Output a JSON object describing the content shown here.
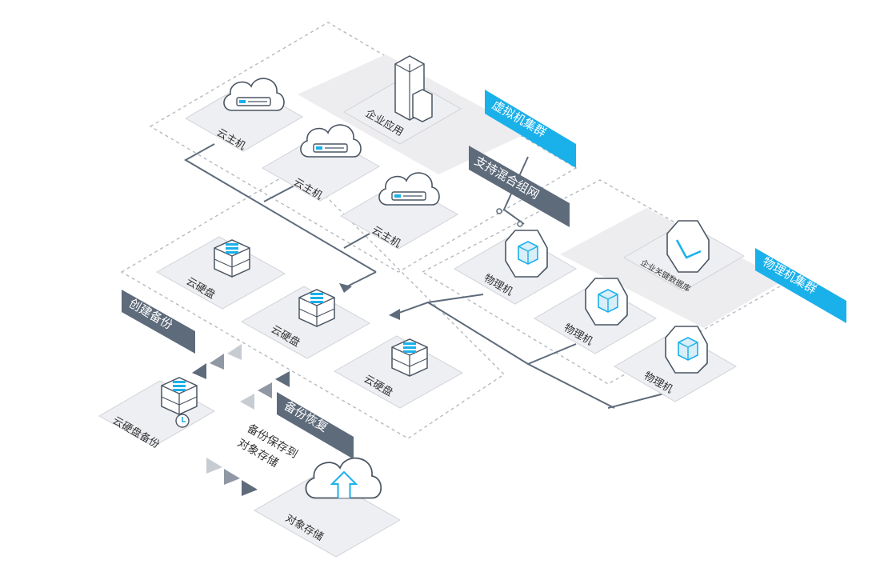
{
  "tags": {
    "vm_cluster": "虚拟机集群",
    "hybrid_network": "支持混合组网",
    "pm_cluster": "物理机集群",
    "create_backup": "创建备份",
    "backup_restore": "备份恢复"
  },
  "nodes": {
    "cloud_host": "云主机",
    "enterprise_app": "企业应用",
    "cloud_disk": "云硬盘",
    "physical_machine": "物理机",
    "key_database": "企业关键数据库",
    "disk_backup": "云硬盘备份",
    "object_storage": "对象存储"
  },
  "labels": {
    "backup_save_line1": "备份保存到",
    "backup_save_line2": "对象存储"
  },
  "colors": {
    "accent_blue": "#1ab0ea",
    "dark_slate": "#5e6b7b",
    "tile_fill": "#eeeff2",
    "line": "#5e6b7b",
    "dashed": "#b5b9bf"
  }
}
